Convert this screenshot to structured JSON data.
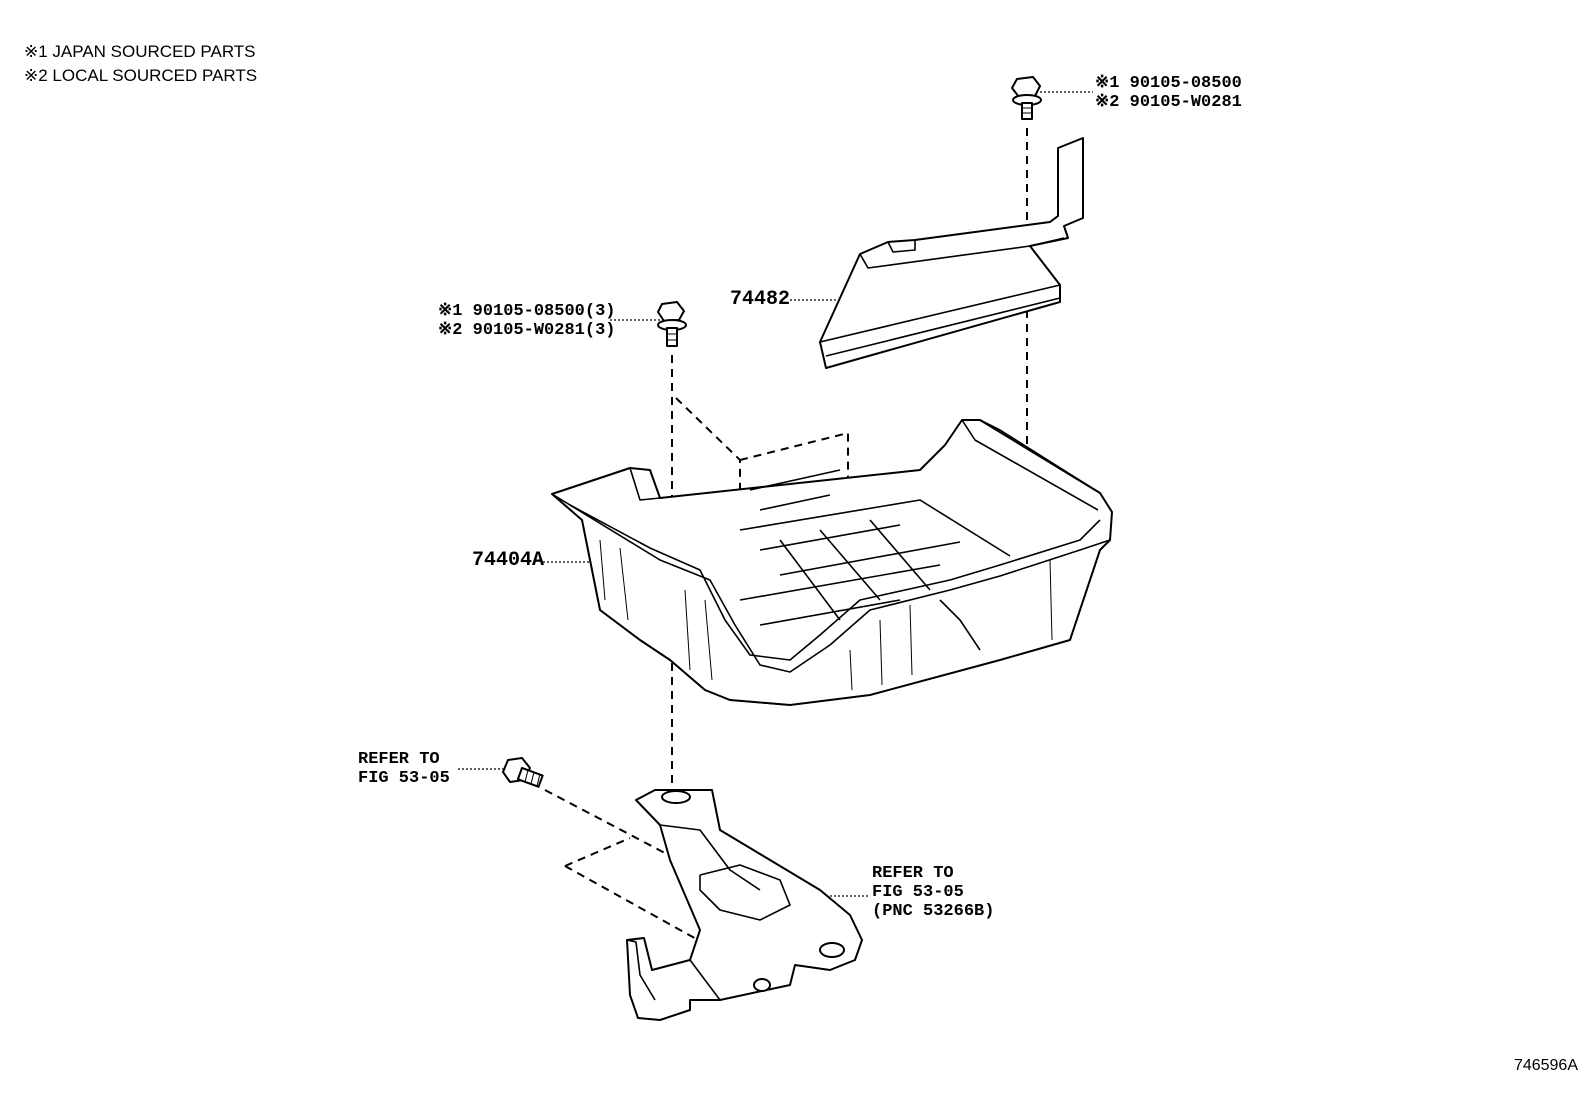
{
  "legend": {
    "note1": "※1 JAPAN SOURCED PARTS",
    "note2": "※2 LOCAL SOURCED PARTS"
  },
  "callouts": {
    "top_bolt": {
      "line1": "※1 90105-08500",
      "line2": "※2 90105-W0281"
    },
    "tray_bolt": {
      "line1": "※1 90105-08500(3)",
      "line2": "※2 90105-W0281(3)"
    },
    "insulator": "74482",
    "tray": "74404A",
    "refer_bolt": {
      "line1": "REFER TO",
      "line2": "FIG 53-05"
    },
    "refer_bracket": {
      "line1": "REFER TO",
      "line2": "FIG 53-05",
      "line3": "(PNC 53266B)"
    }
  },
  "figure_id": "746596A"
}
